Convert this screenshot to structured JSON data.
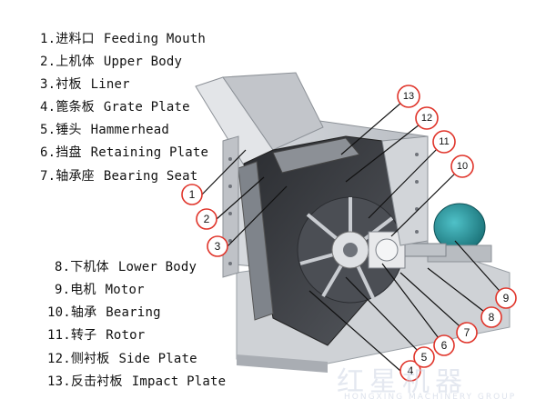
{
  "legend": [
    {
      "num": "1.",
      "cn": "进料口",
      "en": "Feeding Mouth"
    },
    {
      "num": "2.",
      "cn": "上机体",
      "en": "Upper Body"
    },
    {
      "num": "3.",
      "cn": "衬板",
      "en": "Liner"
    },
    {
      "num": "4.",
      "cn": "篦条板",
      "en": "Grate Plate"
    },
    {
      "num": "5.",
      "cn": "锤头",
      "en": "Hammerhead"
    },
    {
      "num": "6.",
      "cn": "挡盘",
      "en": "Retaining Plate"
    },
    {
      "num": "7.",
      "cn": "轴承座",
      "en": "Bearing Seat"
    },
    {
      "num": "8.",
      "cn": "下机体",
      "en": "Lower Body"
    },
    {
      "num": "9.",
      "cn": "电机",
      "en": "Motor"
    },
    {
      "num": "10.",
      "cn": "轴承",
      "en": "Bearing"
    },
    {
      "num": "11.",
      "cn": "转子",
      "en": "Rotor"
    },
    {
      "num": "12.",
      "cn": "侧衬板",
      "en": "Side Plate"
    },
    {
      "num": "13.",
      "cn": "反击衬板",
      "en": "Impact Plate"
    }
  ],
  "callouts": [
    "1",
    "2",
    "3",
    "4",
    "5",
    "6",
    "7",
    "8",
    "9",
    "10",
    "11",
    "12",
    "13"
  ],
  "watermark": {
    "cn": "红星机器",
    "en": "HONGXING MACHINERY GROUP"
  },
  "colors": {
    "callout": "#e0342a",
    "leader": "#111111",
    "steel": "#c9ccd1",
    "dark_inner": "#3a3d42",
    "motor": "#1f8a91"
  }
}
